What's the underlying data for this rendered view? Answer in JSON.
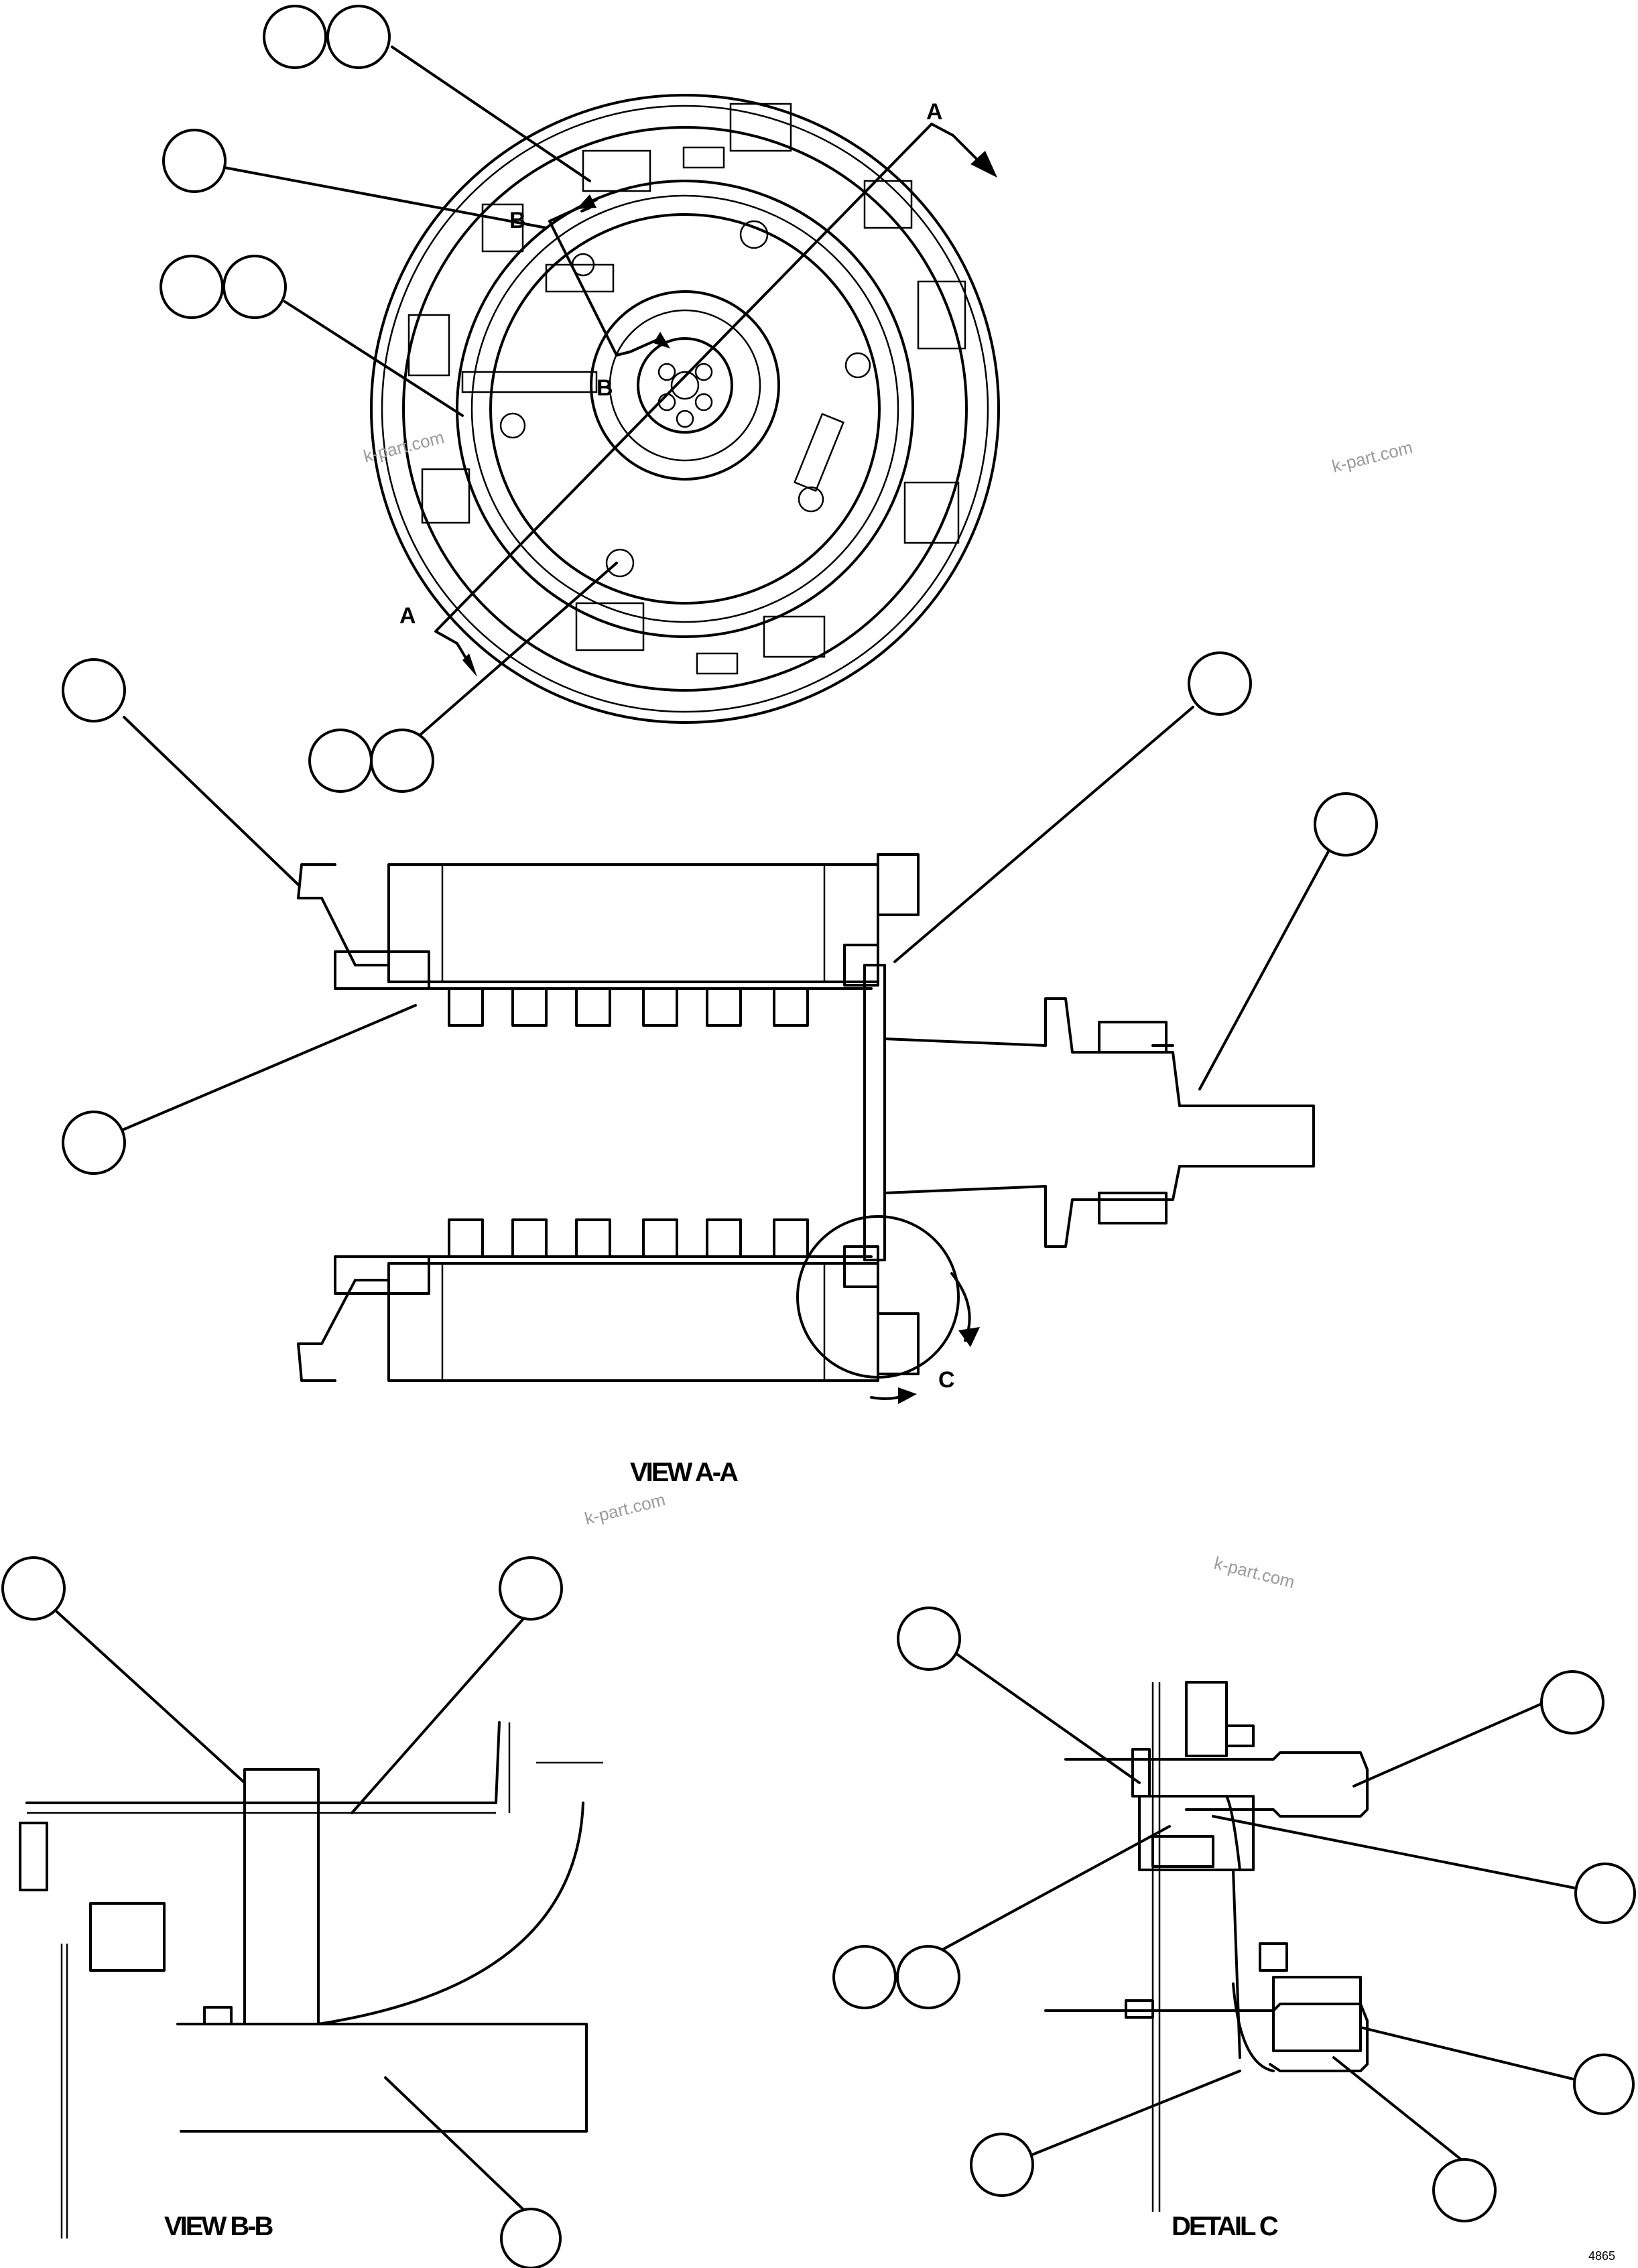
{
  "section_labels": {
    "a_top": "A",
    "a_bottom": "A",
    "b_top": "B",
    "b_bottom": "B",
    "c": "C"
  },
  "view_titles": {
    "view_aa": "VIEW A-A",
    "view_bb": "VIEW B-B",
    "detail_c": "DETAIL C"
  },
  "watermarks": [
    "k-part.com",
    "k-part.com",
    "k-part.com",
    "k-part.com"
  ],
  "drawing_code": "4865"
}
